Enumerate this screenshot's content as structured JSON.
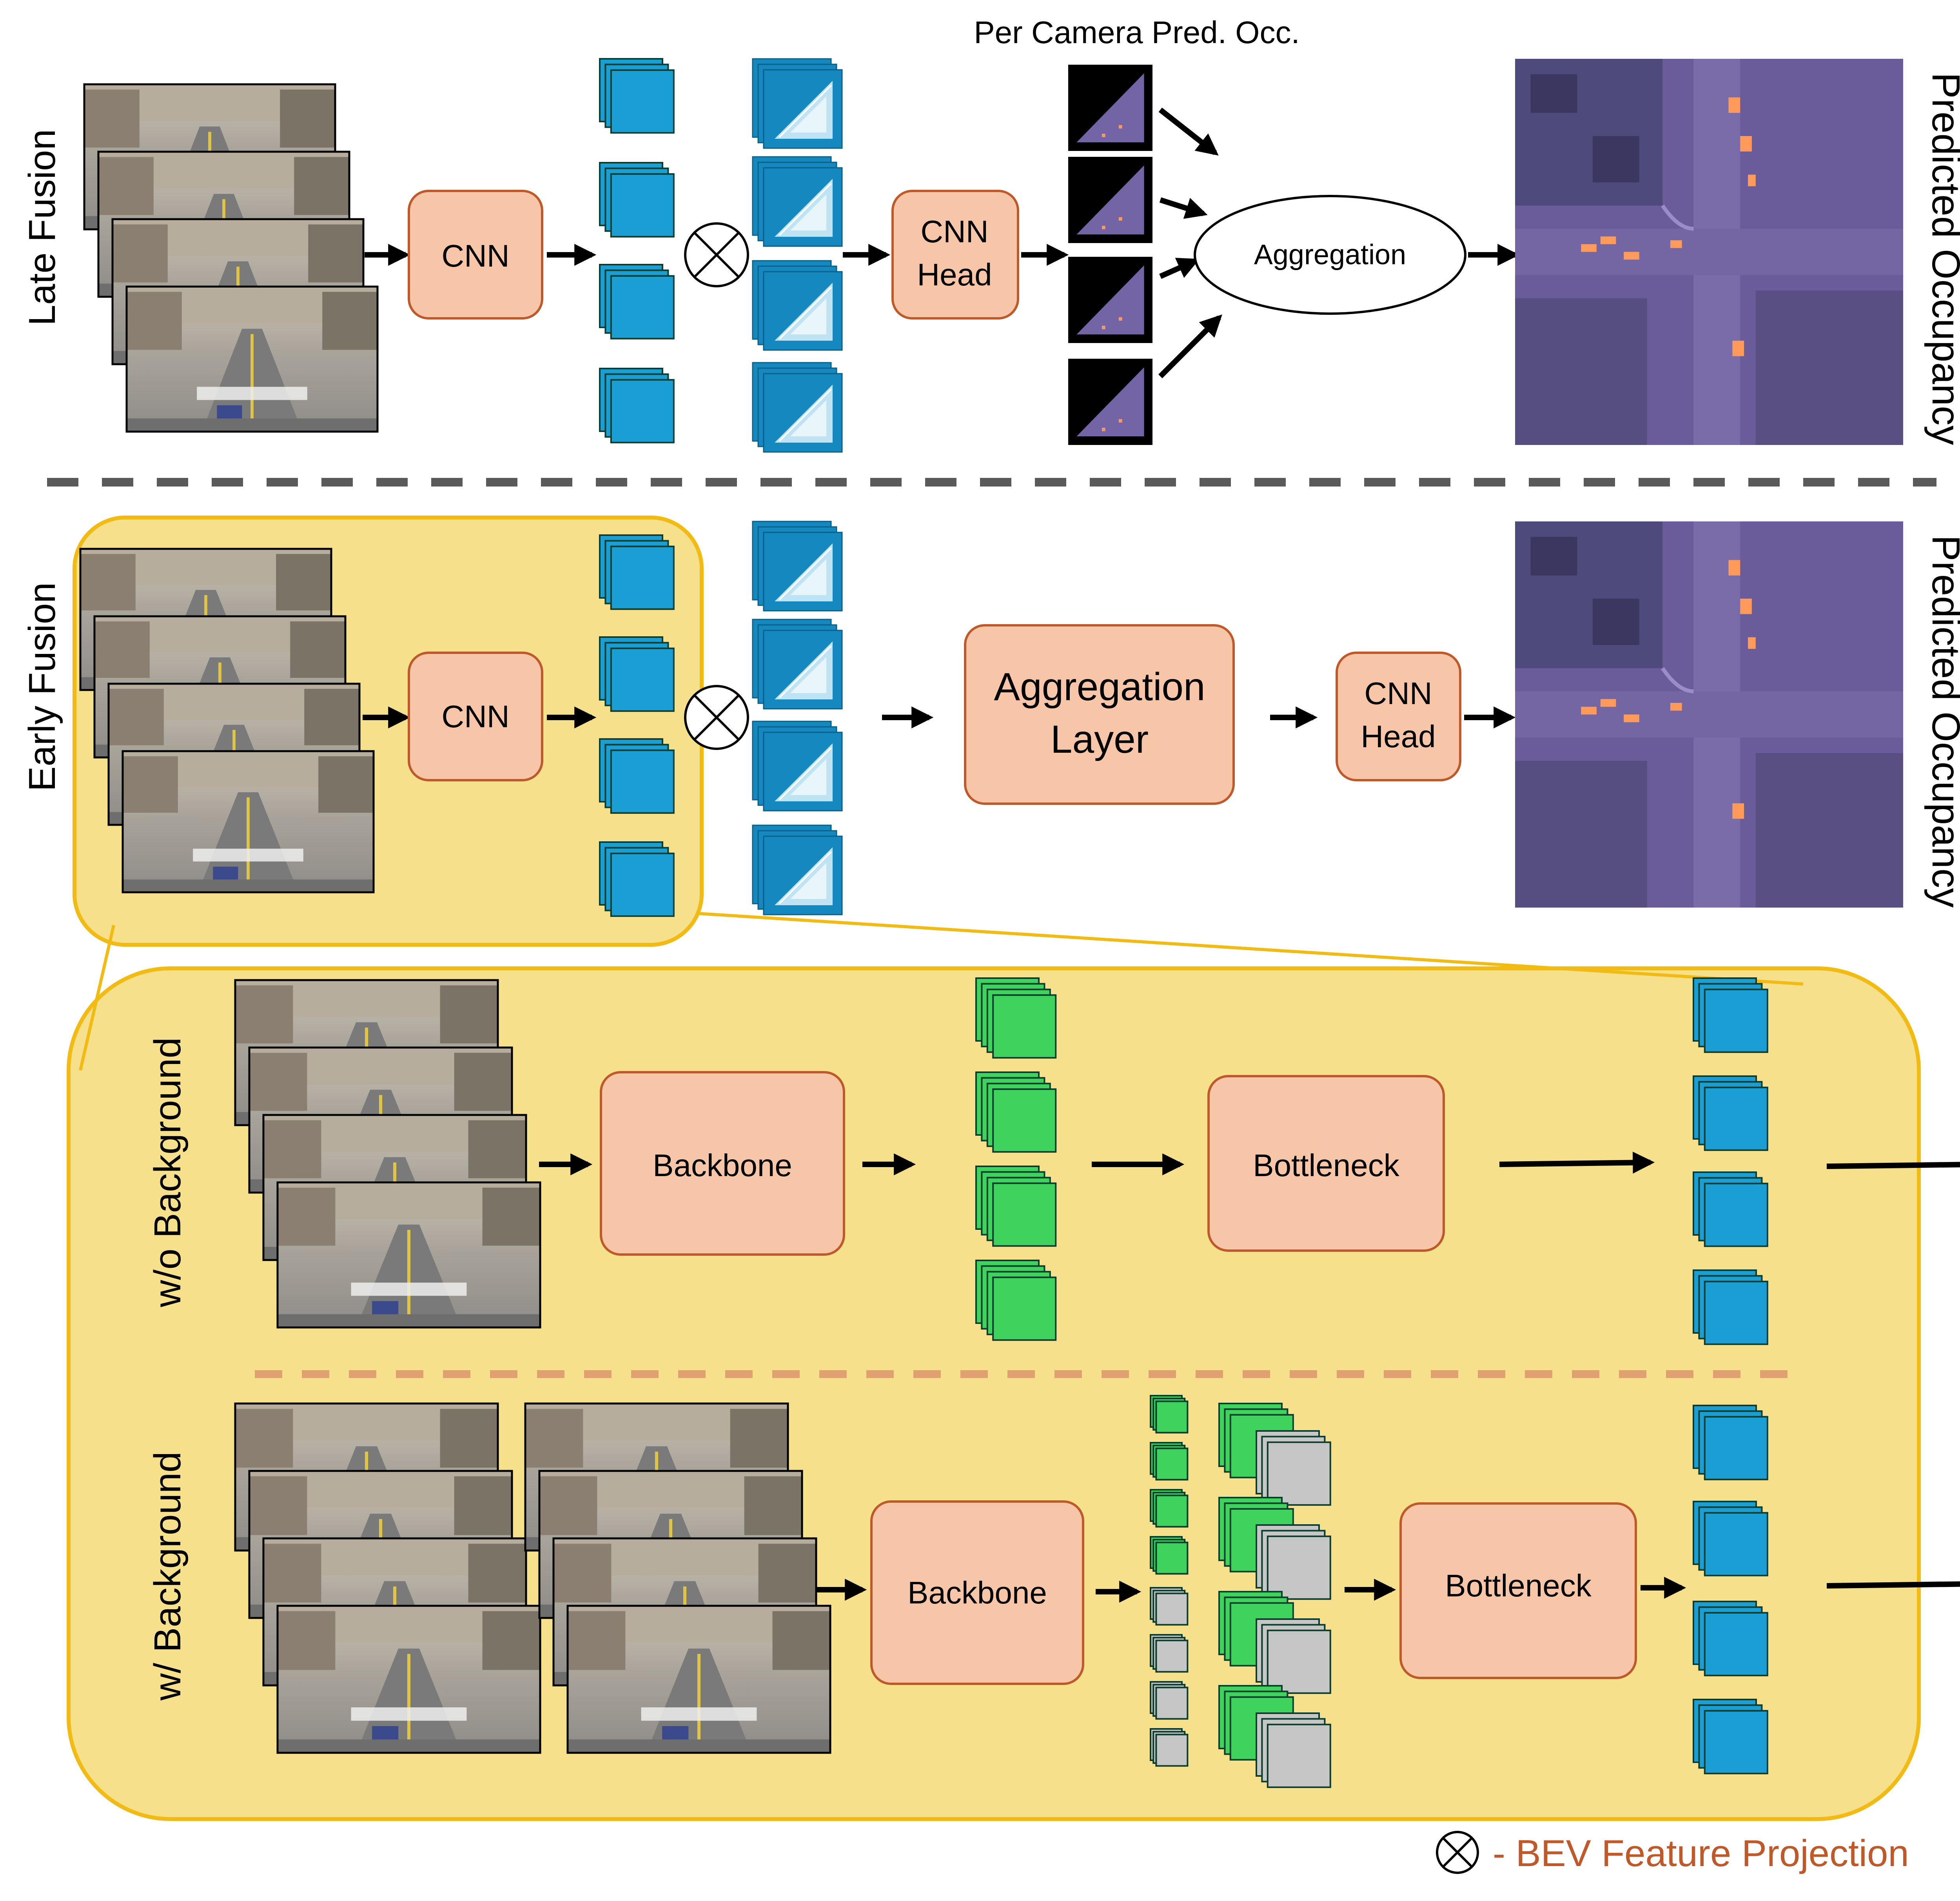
{
  "labels": {
    "late_fusion": "Late Fusion",
    "early_fusion": "Early Fusion",
    "per_camera": "Per Camera Pred. Occ.",
    "predicted_occupancy": "Predicted Occupancy",
    "wo_background": "w/o  Background",
    "w_background": "w/  Background",
    "legend": "- BEV Feature Projection"
  },
  "blocks": {
    "cnn": "CNN",
    "cnn_head_line1": "CNN",
    "cnn_head_line2": "Head",
    "aggregation": "Aggregation",
    "aggregation_layer_line1": "Aggregation",
    "aggregation_layer_line2": "Layer",
    "backbone": "Backbone",
    "bottleneck": "Bottleneck"
  },
  "colors": {
    "block_fill": "#f7c6a8",
    "block_stroke": "#c0592a",
    "highlight_fill": "#f6e08c",
    "highlight_stroke": "#f2bb14",
    "feature_blue": "#1a9ed4",
    "feature_green": "#3fd25c",
    "feature_gray": "#c6c6c6",
    "legend_text": "#c0592a"
  },
  "icons": {
    "projection": "circle-times-icon",
    "camera_frame": "street-camera-image",
    "bev_map": "aerial-occupancy-map"
  }
}
